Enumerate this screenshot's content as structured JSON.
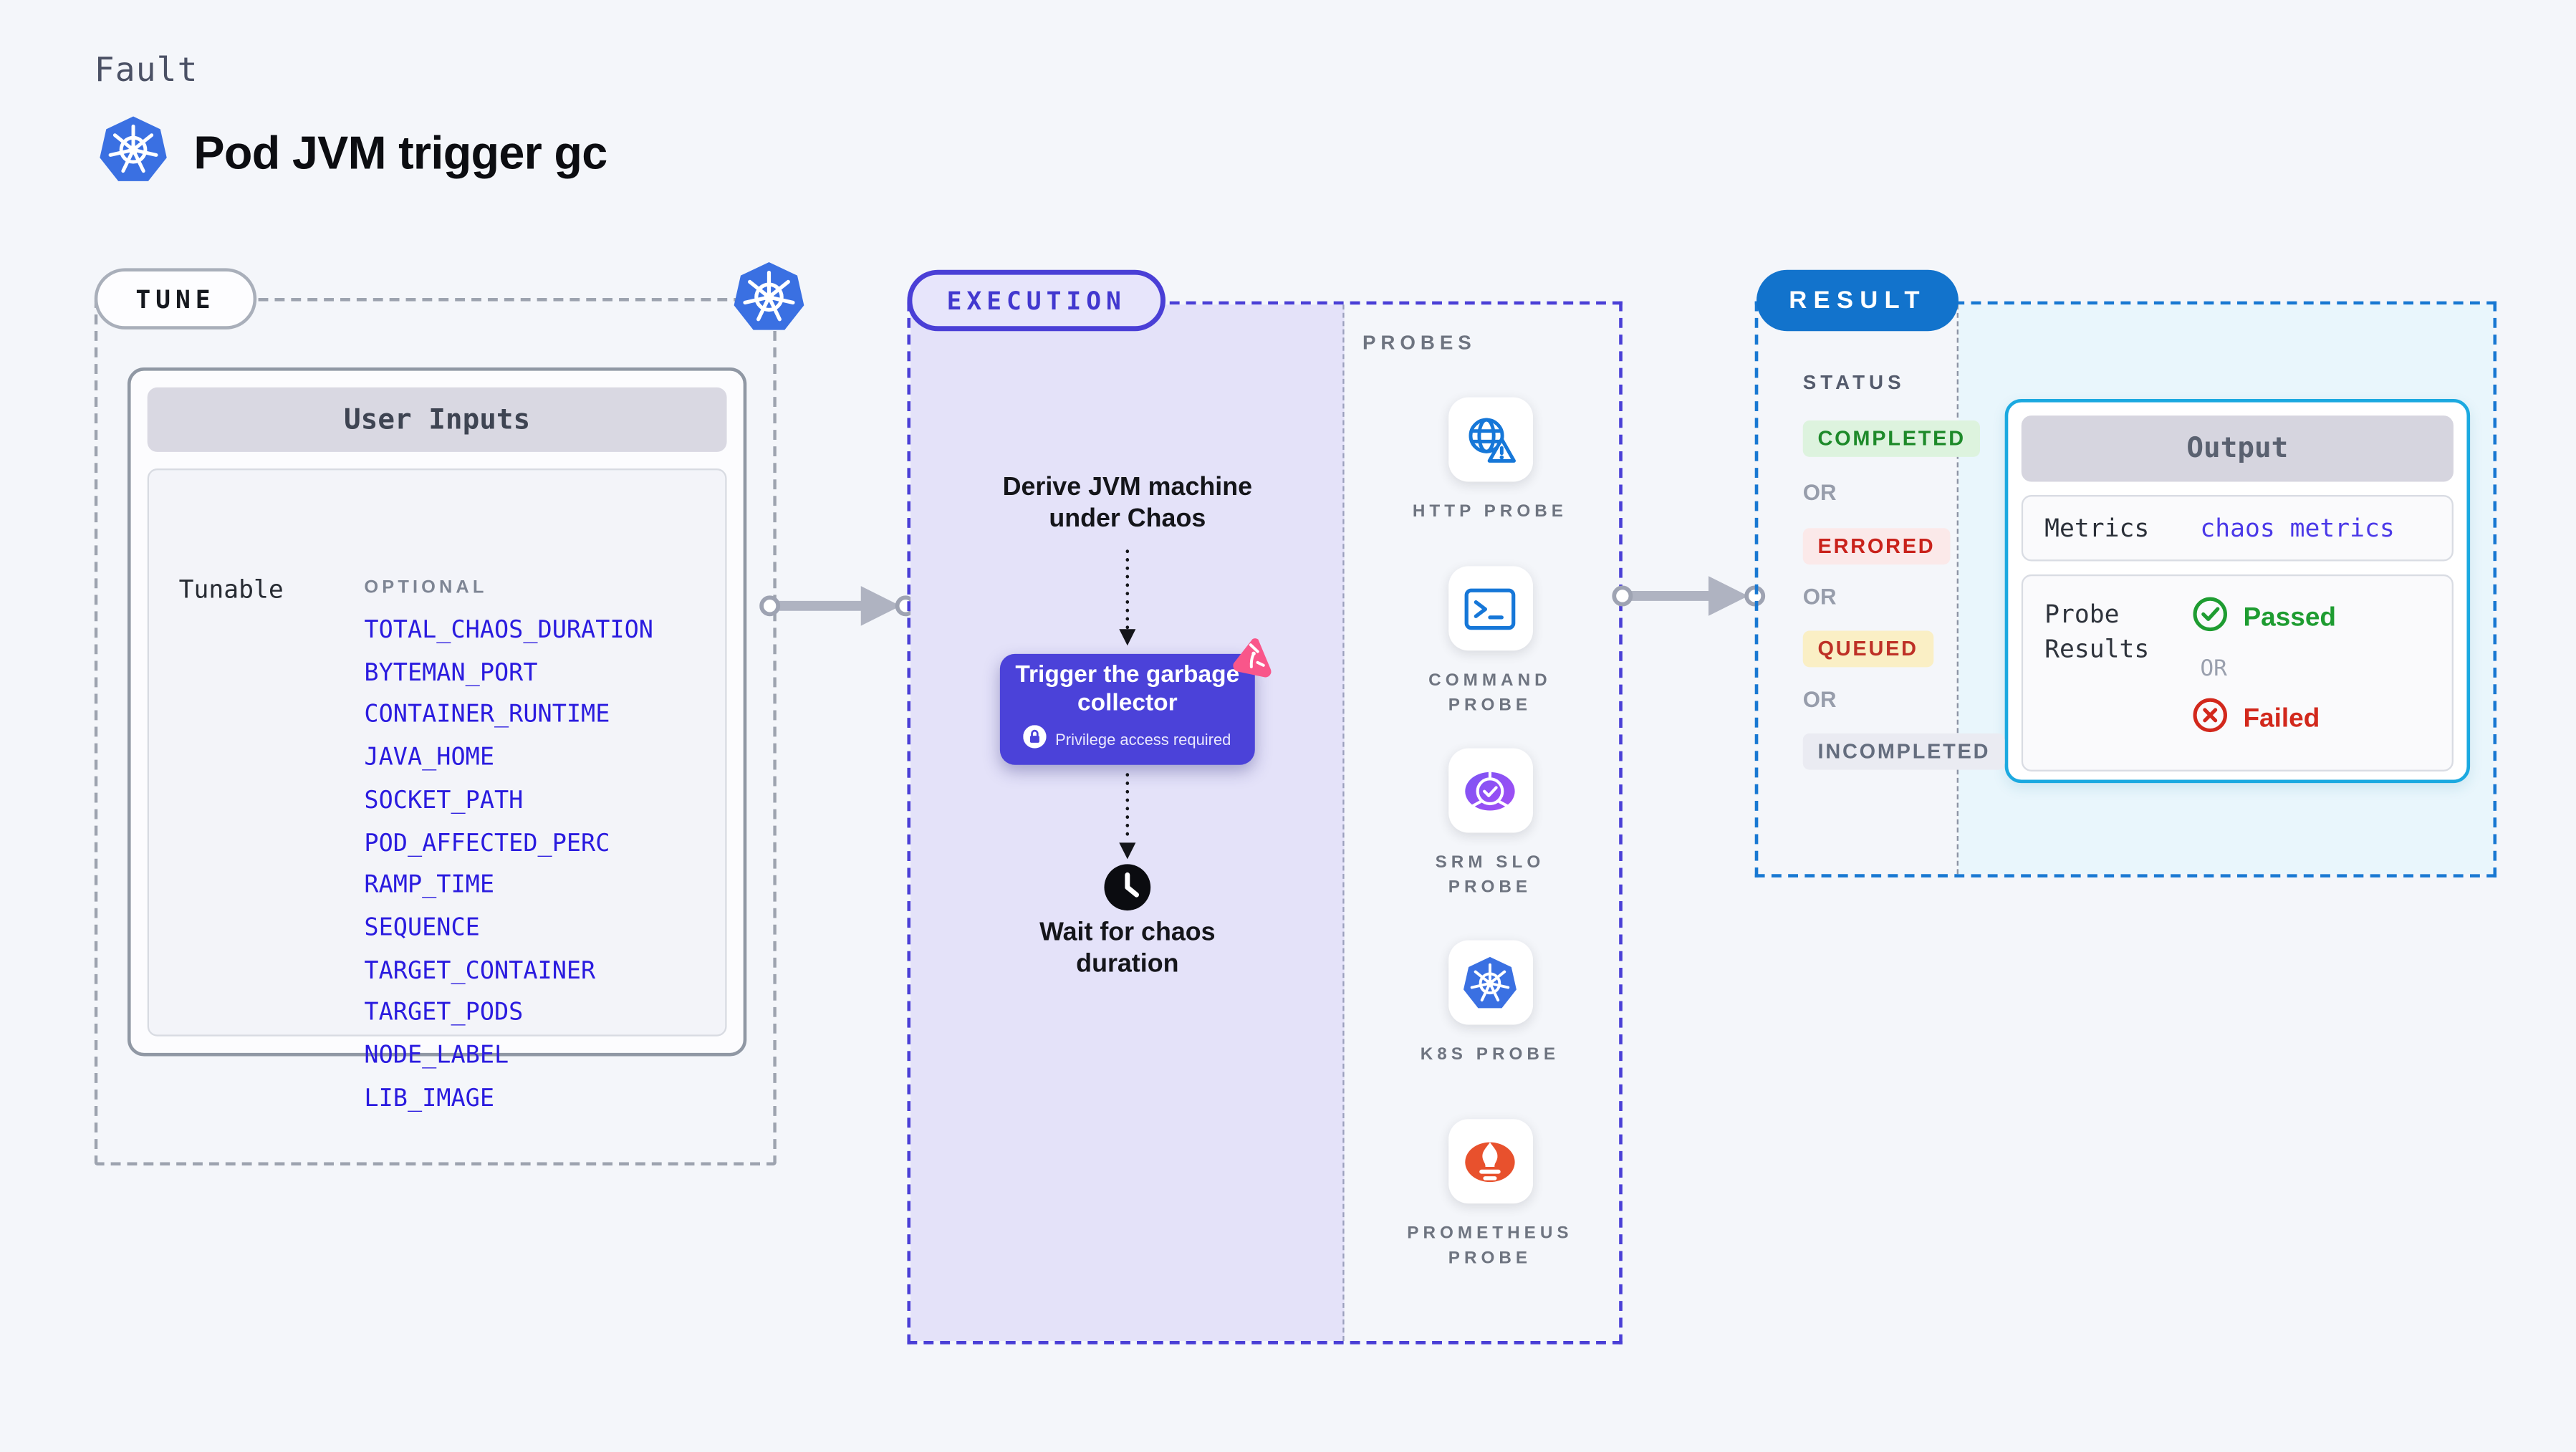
{
  "colors": {
    "page_bg": "#F4F6FA",
    "accent_indigo": "#4A3FD6",
    "lavender_bg": "#E4E2F9",
    "param_link_blue": "#2A1BDF",
    "probe_icon_blue": "#1677D8",
    "kubernetes_blue": "#3A70E2",
    "result_badge_blue": "#1273CC",
    "output_border_cyan": "#1BA9E0",
    "result_pane_cyan": "#E9F6FC",
    "chaos_pink": "#F9568A",
    "success_green": "#1E9C31",
    "error_red": "#D2281C",
    "queued_yellow_bg": "#FAEFC5",
    "srm_purple": "#8F58F2",
    "prometheus_orange": "#E8512D",
    "trigger_card_bg": "#4B42D9",
    "arrow_grey": "#AFB3C1"
  },
  "header": {
    "kicker": "Fault",
    "title": "Pod JVM trigger gc",
    "title_icon": "kubernetes-icon"
  },
  "tune": {
    "badge": "TUNE",
    "corner_icon": "kubernetes-icon",
    "card": {
      "title": "User Inputs",
      "row_label": "Tunable",
      "column_label": "OPTIONAL",
      "params": [
        "TOTAL_CHAOS_DURATION",
        "BYTEMAN_PORT",
        "CONTAINER_RUNTIME",
        "JAVA_HOME",
        "SOCKET_PATH",
        "POD_AFFECTED_PERC",
        "RAMP_TIME",
        "SEQUENCE",
        "TARGET_CONTAINER",
        "TARGET_PODS",
        "NODE_LABEL",
        "LIB_IMAGE"
      ]
    }
  },
  "execution": {
    "badge": "EXECUTION",
    "steps": {
      "derive": "Derive JVM machine under Chaos",
      "trigger_title": "Trigger the garbage collector",
      "trigger_note": "Privilege access required",
      "trigger_note_icon": "lock-icon",
      "trigger_corner_icon": "chaos-pink-icon",
      "wait_icon": "clock-icon",
      "wait": "Wait for chaos duration"
    },
    "probes": {
      "label": "PROBES",
      "items": [
        {
          "label": "HTTP PROBE",
          "icon": "globe-warning-icon"
        },
        {
          "label": "COMMAND PROBE",
          "icon": "terminal-icon"
        },
        {
          "label": "SRM SLO PROBE",
          "icon": "slo-check-icon"
        },
        {
          "label": "K8S PROBE",
          "icon": "kubernetes-icon"
        },
        {
          "label": "PROMETHEUS PROBE",
          "icon": "prometheus-icon"
        }
      ]
    }
  },
  "result": {
    "badge": "RESULT",
    "status_label": "STATUS",
    "or_label": "OR",
    "statuses": [
      {
        "label": "COMPLETED",
        "kind": "completed"
      },
      {
        "label": "ERRORED",
        "kind": "errored"
      },
      {
        "label": "QUEUED",
        "kind": "queued"
      },
      {
        "label": "INCOMPLETED",
        "kind": "incompleted"
      }
    ],
    "output": {
      "title": "Output",
      "metrics_label": "Metrics",
      "metrics_value": "chaos metrics",
      "probe_results_label": "Probe Results",
      "passed_icon": "check-circle-icon",
      "passed": "Passed",
      "or": "OR",
      "failed_icon": "x-circle-icon",
      "failed": "Failed"
    }
  }
}
